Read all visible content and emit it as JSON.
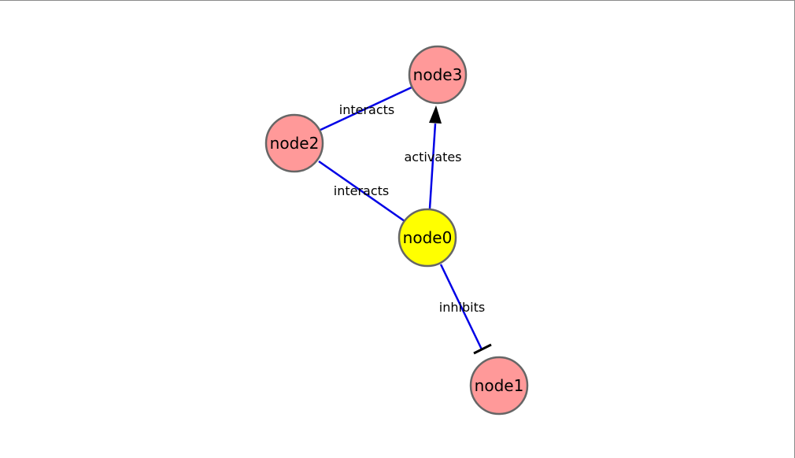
{
  "network": {
    "colors": {
      "edge": "#0000e6",
      "node_stroke": "#666666",
      "node_default": "#ff9999",
      "node_selected": "#ffff00",
      "inhibit_marker": "#000000",
      "arrow_marker": "#000000"
    },
    "nodes": [
      {
        "id": "node0",
        "label": "node0",
        "fill": "#ffff00"
      },
      {
        "id": "node1",
        "label": "node1",
        "fill": "#ff9999"
      },
      {
        "id": "node2",
        "label": "node2",
        "fill": "#ff9999"
      },
      {
        "id": "node3",
        "label": "node3",
        "fill": "#ff9999"
      }
    ],
    "edges": [
      {
        "id": "edge-node2-node3",
        "source": "node2",
        "target": "node3",
        "label": "interacts",
        "type": "interacts"
      },
      {
        "id": "edge-node2-node0",
        "source": "node2",
        "target": "node0",
        "label": "interacts",
        "type": "interacts"
      },
      {
        "id": "edge-node0-node3",
        "source": "node0",
        "target": "node3",
        "label": "activates",
        "type": "activates"
      },
      {
        "id": "edge-node0-node1",
        "source": "node0",
        "target": "node1",
        "label": "inhibits",
        "type": "inhibits"
      }
    ]
  }
}
